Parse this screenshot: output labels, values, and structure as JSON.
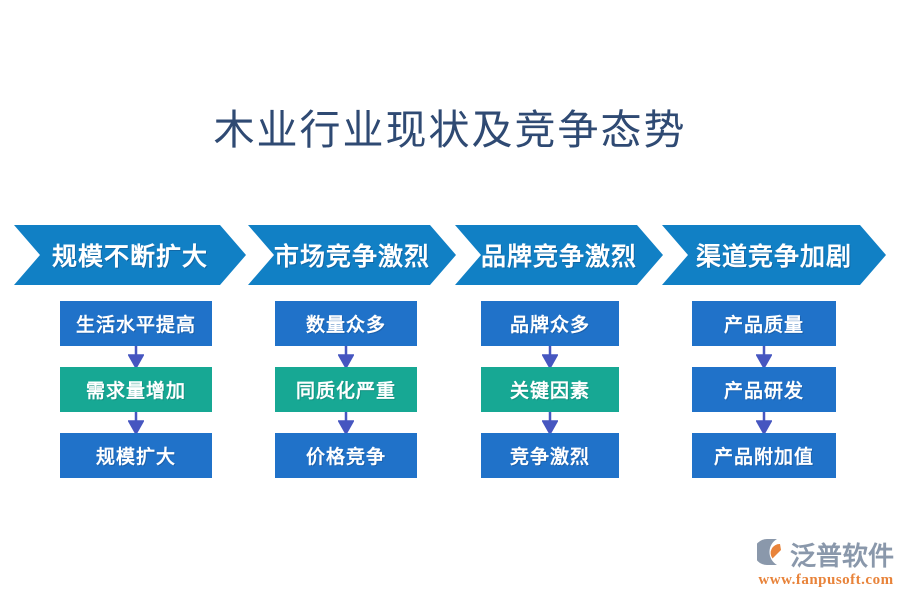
{
  "slide": {
    "title": "木业行业现状及竞争态势",
    "background_color": "#ffffff",
    "title_color": "#2f4a73"
  },
  "colors": {
    "chevron_blue": "#1180c5",
    "node_blue": "#2072c9",
    "node_teal": "#17a894",
    "arrow_purple": "#4656c0",
    "logo_gray": "#8a98ab",
    "logo_orange": "#e8833a"
  },
  "chevrons": [
    {
      "label": "规模不断扩大"
    },
    {
      "label": "市场竞争激烈"
    },
    {
      "label": "品牌竞争激烈"
    },
    {
      "label": "渠道竞争加剧"
    }
  ],
  "columns": [
    {
      "nodes": [
        {
          "label": "生活水平提高",
          "color": "blue"
        },
        {
          "label": "需求量增加",
          "color": "teal"
        },
        {
          "label": "规模扩大",
          "color": "blue"
        }
      ]
    },
    {
      "nodes": [
        {
          "label": "数量众多",
          "color": "blue"
        },
        {
          "label": "同质化严重",
          "color": "teal"
        },
        {
          "label": "价格竞争",
          "color": "blue"
        }
      ]
    },
    {
      "nodes": [
        {
          "label": "品牌众多",
          "color": "blue"
        },
        {
          "label": "关键因素",
          "color": "teal"
        },
        {
          "label": "竞争激烈",
          "color": "blue"
        }
      ]
    },
    {
      "nodes": [
        {
          "label": "产品质量",
          "color": "blue"
        },
        {
          "label": "产品研发",
          "color": "blue"
        },
        {
          "label": "产品附加值",
          "color": "blue"
        }
      ]
    }
  ],
  "logo": {
    "wordmark": "泛普软件",
    "url": "www.fanpusoft.com",
    "mark_icon": "fanpu-swoosh-logo-icon"
  }
}
